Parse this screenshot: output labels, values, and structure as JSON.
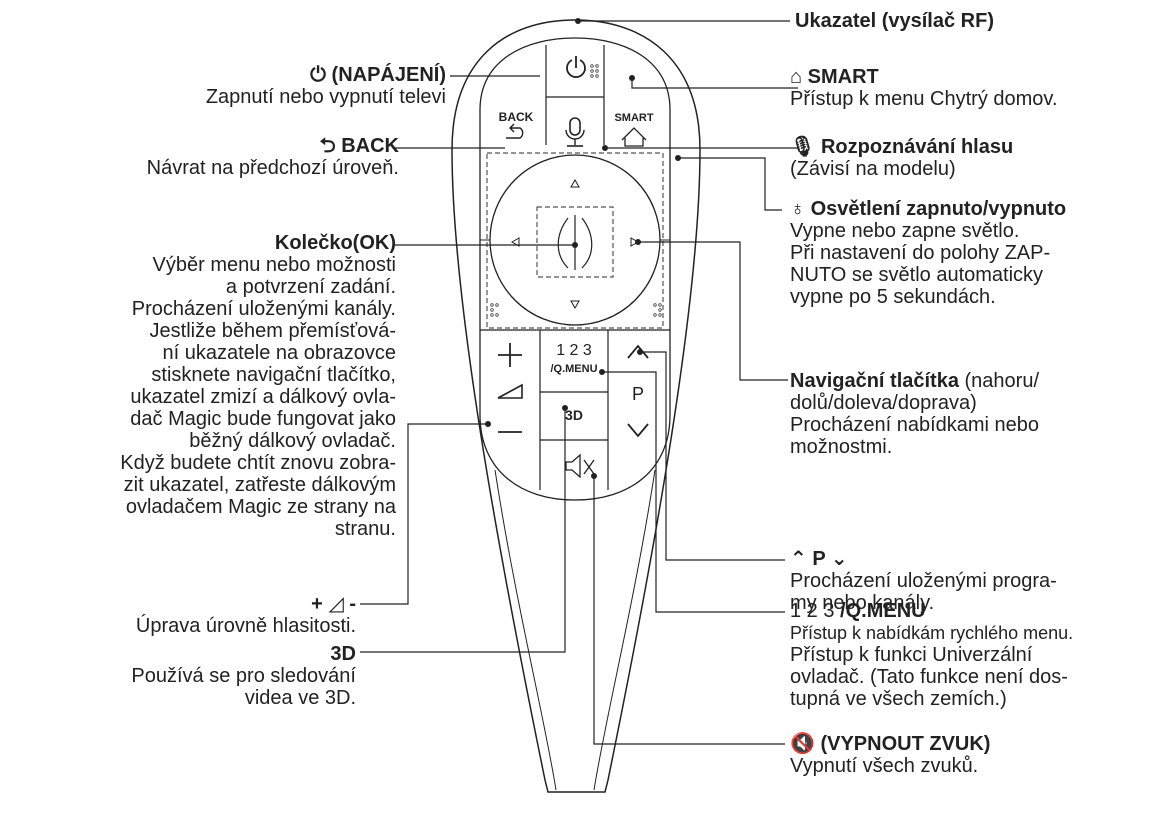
{
  "labels": {
    "rf": {
      "title": "Ukazatel (vysílač RF)"
    },
    "power": {
      "title": "(NAPÁJENÍ)",
      "desc": [
        "Zapnutí nebo vypnutí televi"
      ]
    },
    "smart": {
      "title": "SMART",
      "desc": [
        "Přístup k menu Chytrý domov."
      ]
    },
    "back": {
      "title": "BACK",
      "desc": [
        "Návrat na předchozí úroveň."
      ]
    },
    "voice": {
      "title": "Rozpoznávání hlasu",
      "desc": [
        "(Závisí na modelu)"
      ]
    },
    "wheel": {
      "title": "Kolečko(OK)",
      "desc": [
        "Výběr menu nebo možnosti",
        "a potvrzení zadání.",
        "Procházení uloženými kanály.",
        "Jestliže během přemísťová-",
        "ní ukazatele na obrazovce",
        "stisknete navigační tlačítko,",
        "ukazatel zmizí a dálkový ovla-",
        "dač Magic bude fungovat jako",
        "běžný dálkový ovladač.",
        "Když budete chtít znovu zobra-",
        "zit ukazatel, zatřeste dálkovým",
        "ovladačem Magic ze strany na",
        "stranu."
      ]
    },
    "light": {
      "title": "Osvětlení zapnuto/vypnuto",
      "desc": [
        "Vypne nebo zapne světlo.",
        "Při nastavení do polohy ZAP-",
        "NUTO se světlo automaticky",
        "vypne po 5 sekundách."
      ]
    },
    "nav": {
      "title": "Navigační tlačítka",
      "title_suffix": " (nahoru/",
      "desc": [
        "dolů/doleva/doprava)",
        "Procházení nabídkami nebo",
        "možnostmi."
      ]
    },
    "prog": {
      "title": "P",
      "desc": [
        "Procházení uloženými progra-",
        "my nebo kanály."
      ]
    },
    "qmenu": {
      "prefix": "1 2 3",
      "title": "/Q.MENU",
      "desc": [
        "Přístup k nabídkám rychlého menu.",
        "Přístup k funkci Univerzální",
        "ovladač. (Tato funkce není dos-",
        "tupná ve všech zemích.)"
      ]
    },
    "volume": {
      "title_plus": "+",
      "title_minus": "-",
      "desc": [
        "Úprava úrovně hlasitosti."
      ]
    },
    "threed": {
      "title": "3D",
      "desc": [
        "Používá se pro sledování",
        "videa ve 3D."
      ]
    },
    "mute": {
      "title": "(VYPNOUT ZVUK)",
      "desc": [
        "Vypnutí všech zvuků."
      ]
    }
  },
  "remote": {
    "back_label": "BACK",
    "smart_label": "SMART",
    "num_label": "1 2 3",
    "qmenu_label": "/Q.MENU",
    "p_label": "P",
    "threed_label": "3D"
  },
  "icons": [
    "power-icon",
    "home-icon",
    "back-arrow-icon",
    "microphone-icon",
    "light-bulb-icon",
    "chevron-up-icon",
    "chevron-down-icon",
    "volume-triangle-icon",
    "mute-icon"
  ]
}
